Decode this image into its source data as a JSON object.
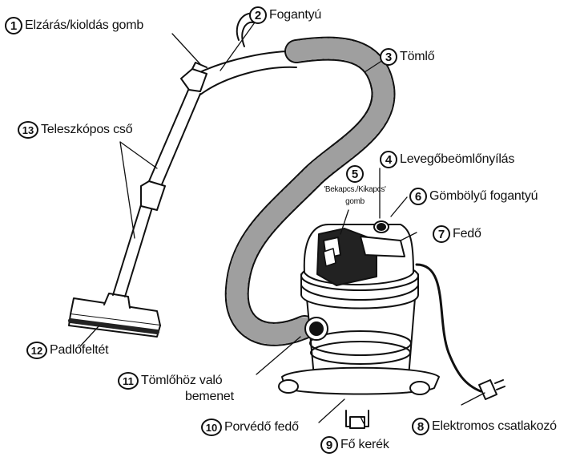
{
  "callouts": [
    {
      "number": "1",
      "label": "Elzárás/kioldás gomb"
    },
    {
      "number": "2",
      "label": "Fogantyú"
    },
    {
      "number": "3",
      "label": "Tömlő"
    },
    {
      "number": "4",
      "label": "Levegőbeömlőnyílás"
    },
    {
      "number": "5",
      "label_line1": "'Bekapcs./Kikapcs'",
      "label_line2": "gomb"
    },
    {
      "number": "6",
      "label": "Gömbölyű fogantyú"
    },
    {
      "number": "7",
      "label": "Fedő"
    },
    {
      "number": "8",
      "label": "Elektromos csatlakozó"
    },
    {
      "number": "9",
      "label": "Fő kerék"
    },
    {
      "number": "10",
      "label": "Porvédő fedő"
    },
    {
      "number": "11",
      "label_line1": "Tömlőhöz való",
      "label_line2": "bemenet"
    },
    {
      "number": "12",
      "label": "Padlófeltét"
    },
    {
      "number": "13",
      "label": "Teleszkópos cső"
    }
  ],
  "colors": {
    "line": "#111111",
    "body_fill": "#ffffff",
    "dark_fill": "#222222",
    "shade": "#bbbbbb"
  }
}
